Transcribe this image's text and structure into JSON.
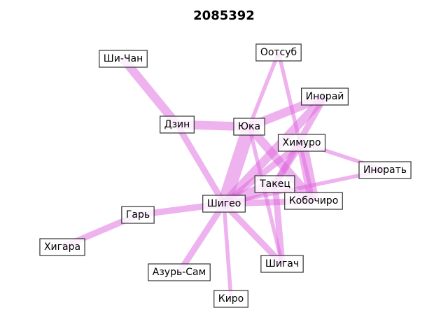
{
  "title": "2085392",
  "edge_color": "#dd66dd",
  "nodes": [
    {
      "id": "shichan",
      "label": "Ши-Чан"
    },
    {
      "id": "ootsub",
      "label": "Оотсуб"
    },
    {
      "id": "inorai",
      "label": "Инорай"
    },
    {
      "id": "dzin",
      "label": "Дзин"
    },
    {
      "id": "yuka",
      "label": "Юка"
    },
    {
      "id": "himuro",
      "label": "Химуро"
    },
    {
      "id": "inorat",
      "label": "Инорать"
    },
    {
      "id": "takets",
      "label": "Такец"
    },
    {
      "id": "kobochiro",
      "label": "Кобочиро"
    },
    {
      "id": "shigeo",
      "label": "Шигео"
    },
    {
      "id": "gar",
      "label": "Гарь"
    },
    {
      "id": "higara",
      "label": "Хигара"
    },
    {
      "id": "azursam",
      "label": "Азурь-Сам"
    },
    {
      "id": "shigach",
      "label": "Шигач"
    },
    {
      "id": "kiro",
      "label": "Киро"
    }
  ],
  "edges": [
    {
      "source": "shichan",
      "target": "dzin",
      "weight": 3
    },
    {
      "source": "dzin",
      "target": "shigeo",
      "weight": 2
    },
    {
      "source": "dzin",
      "target": "yuka",
      "weight": 3
    },
    {
      "source": "yuka",
      "target": "inorai",
      "weight": 3
    },
    {
      "source": "yuka",
      "target": "ootsub",
      "weight": 1
    },
    {
      "source": "yuka",
      "target": "shigeo",
      "weight": 5
    },
    {
      "source": "yuka",
      "target": "kobochiro",
      "weight": 3
    },
    {
      "source": "yuka",
      "target": "shigach",
      "weight": 1
    },
    {
      "source": "ootsub",
      "target": "kobochiro",
      "weight": 1
    },
    {
      "source": "inorai",
      "target": "shigeo",
      "weight": 3
    },
    {
      "source": "inorai",
      "target": "takets",
      "weight": 2
    },
    {
      "source": "himuro",
      "target": "inorat",
      "weight": 1
    },
    {
      "source": "himuro",
      "target": "shigeo",
      "weight": 2
    },
    {
      "source": "himuro",
      "target": "kobochiro",
      "weight": 4
    },
    {
      "source": "takets",
      "target": "shigeo",
      "weight": 4
    },
    {
      "source": "takets",
      "target": "shigach",
      "weight": 2
    },
    {
      "source": "takets",
      "target": "kobochiro",
      "weight": 2
    },
    {
      "source": "takets",
      "target": "himuro",
      "weight": 2
    },
    {
      "source": "inorat",
      "target": "shigeo",
      "weight": 1
    },
    {
      "source": "kobochiro",
      "target": "shigeo",
      "weight": 2
    },
    {
      "source": "shigeo",
      "target": "gar",
      "weight": 2
    },
    {
      "source": "gar",
      "target": "higara",
      "weight": 2
    },
    {
      "source": "shigeo",
      "target": "azursam",
      "weight": 2
    },
    {
      "source": "shigeo",
      "target": "shigach",
      "weight": 2
    },
    {
      "source": "shigeo",
      "target": "kiro",
      "weight": 1
    }
  ]
}
